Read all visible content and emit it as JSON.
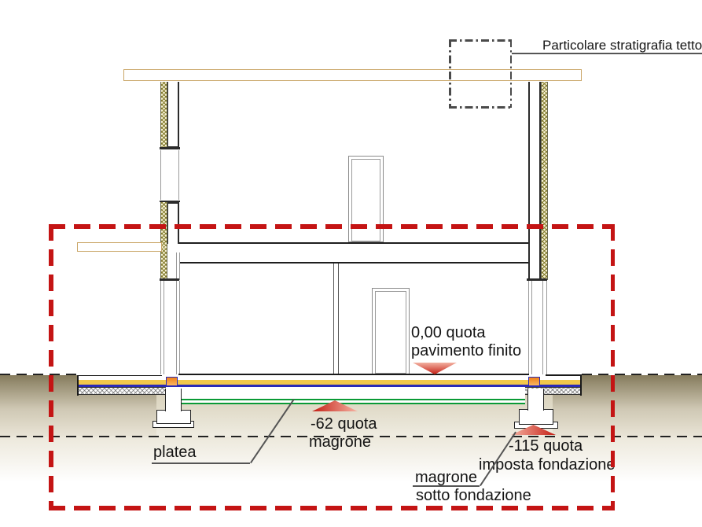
{
  "callout": {
    "label": "Particolare stratigrafia tetto"
  },
  "annotations": {
    "floor_level": {
      "line1": "0,00 quota",
      "line2": "pavimento finito"
    },
    "magrone_level": {
      "line1": "-62 quota",
      "line2": "magrone"
    },
    "platea": {
      "label": "platea"
    },
    "foundation_level": {
      "line1": "-115 quota",
      "line2": "imposta fondazione"
    },
    "magrone_sotto": {
      "line1": "magrone",
      "line2": "sotto fondazione"
    }
  },
  "colors": {
    "highlight_red": "#c41414",
    "marker_red_dark": "#c41e14",
    "marker_red_light": "#f6b3a3",
    "roof_tan": "#c9a566",
    "screed_yellow": "#f2c84b",
    "membrane_blue": "#2a2ab8",
    "magrone_green": "#0a9a35",
    "thermal_block_orange": "#f59a33",
    "ground_brown": "#857b5c",
    "detail_box_gray": "#4a4a4a"
  }
}
